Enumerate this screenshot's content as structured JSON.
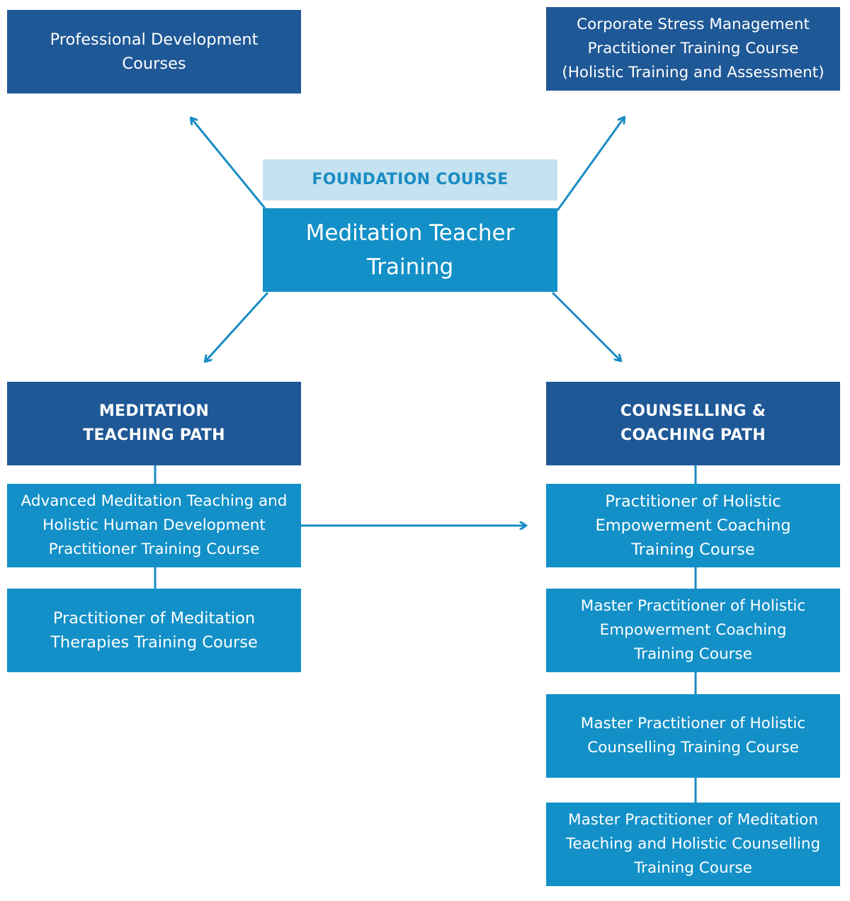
{
  "diagram": {
    "colors": {
      "dark_box": "#1f5896",
      "mid_box": "#1390c7",
      "light_box": "#c4e2ef",
      "foundation_text": "#1a8cc4",
      "connector": "#1a8cc4"
    },
    "top_left": "Professional Development\nCourses",
    "top_right": "Corporate Stress Management\nPractitioner Training Course\n(Holistic Training and Assessment)",
    "foundation_header": "FOUNDATION COURSE",
    "foundation_course": "Meditation Teacher\nTraining",
    "meditation_path": {
      "title": "MEDITATION\nTEACHING PATH",
      "courses": [
        "Advanced Meditation Teaching and\nHolistic Human Development\nPractitioner Training Course",
        "Practitioner of Meditation\nTherapies Training Course"
      ]
    },
    "counselling_path": {
      "title": "COUNSELLING &\nCOACHING PATH",
      "courses": [
        "Practitioner of Holistic\nEmpowerment Coaching\nTraining Course",
        "Master Practitioner of Holistic\nEmpowerment Coaching\nTraining Course",
        "Master Practitioner of Holistic\nCounselling Training Course",
        "Master Practitioner of Meditation\nTeaching and Holistic Counselling\nTraining Course"
      ]
    }
  }
}
